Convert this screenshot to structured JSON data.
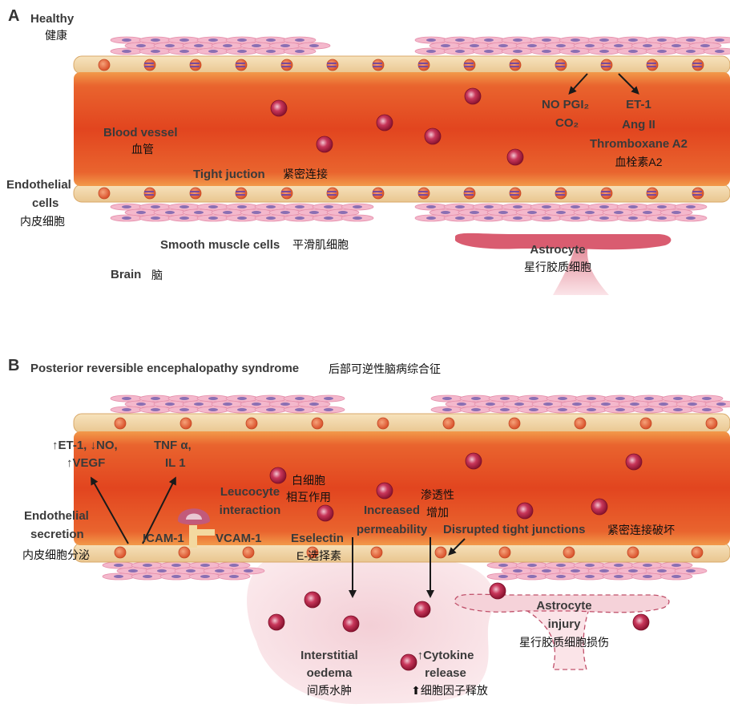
{
  "panel_a": {
    "letter": "A",
    "title_en": "Healthy",
    "title_cn": "健康",
    "blood_vessel_en": "Blood vessel",
    "blood_vessel_cn": "血管",
    "no_pgi2": "NO PGI₂",
    "co2": "CO₂",
    "et1": "ET-1",
    "ang2": "Ang II",
    "thromboxane": "Thromboxane A2",
    "thromboxane_cn": "血栓素A2",
    "tight_junction_en": "Tight juction",
    "tight_junction_cn": "紧密连接",
    "endothelial_en_1": "Endothelial",
    "endothelial_en_2": "cells",
    "endothelial_cn": "内皮细胞",
    "smooth_muscle_en": "Smooth muscle cells",
    "smooth_muscle_cn": "平滑肌细胞",
    "astrocyte_en": "Astrocyte",
    "astrocyte_cn": "星行胶质细胞",
    "brain_en": "Brain",
    "brain_cn": "脑"
  },
  "panel_b": {
    "letter": "B",
    "title_en": "Posterior reversible encephalopathy syndrome",
    "title_cn": "后部可逆性脑病综合征",
    "et1_line": "↑ET-1, ↓NO,",
    "vegf_line": "↑VEGF",
    "tnf_line": "TNF α,",
    "il1_line": "IL 1",
    "leucocyte_en_1": "Leucocyte",
    "leucocyte_en_2": "interaction",
    "leucocyte_cn_1": "白细胞",
    "leucocyte_cn_2": "相互作用",
    "increased_1": "Increased",
    "increased_2": "permeability",
    "permeability_cn_1": "渗透性",
    "permeability_cn_2": "增加",
    "disrupted_en": "Disrupted tight junctions",
    "disrupted_cn": "紧密连接破坏",
    "endo_secretion_1": "Endothelial",
    "endo_secretion_2": "secretion",
    "endo_secretion_cn": "内皮细胞分泌",
    "icam": "ICAM-1",
    "vcam": "VCAM-1",
    "eselectin_en": "Eselectin",
    "eselectin_cn": "E-选择素",
    "interstitial_1": "Interstitial",
    "interstitial_2": "oedema",
    "interstitial_cn": "间质水肿",
    "cytokine_1": "↑Cytokine",
    "cytokine_2": "release",
    "cytokine_cn": "⬆细胞因子释放",
    "astro_injury_1": "Astrocyte",
    "astro_injury_2": "injury",
    "astro_injury_cn": "星行胶质细胞损伤"
  },
  "colors": {
    "vessel_inner": "#e8552a",
    "vessel_edge": "#f08a3c",
    "endothelium": "#f2d5a6",
    "muscle": "#f4b8cc",
    "astrocyte": "#d95c70",
    "cell": "#b51f3e",
    "oedema": "#f7dde2"
  }
}
